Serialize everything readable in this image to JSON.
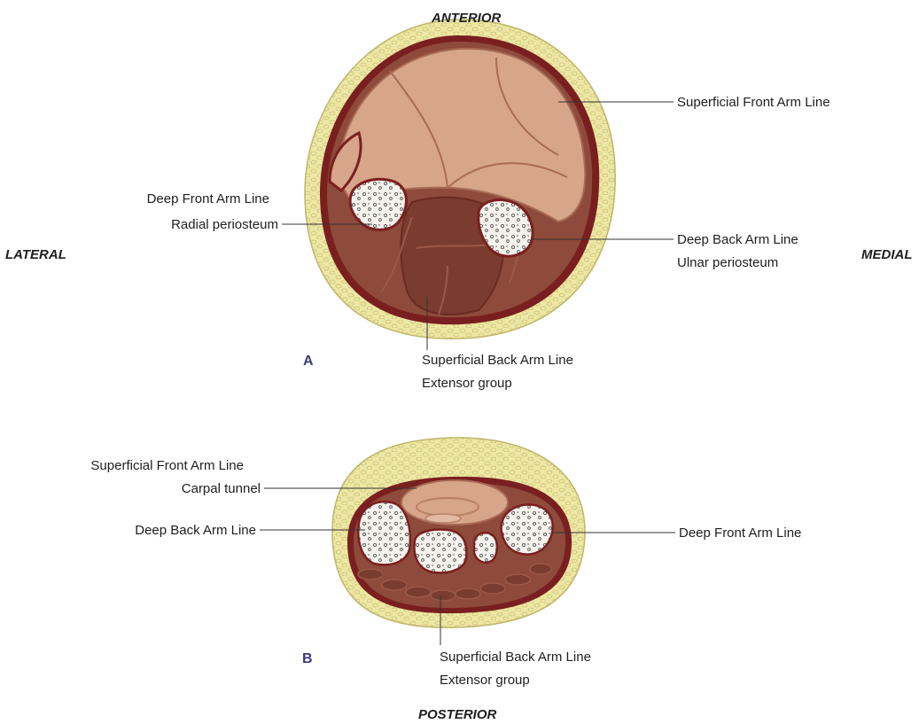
{
  "orientation": {
    "anterior": "ANTERIOR",
    "posterior": "POSTERIOR",
    "lateral": "LATERAL",
    "medial": "MEDIAL"
  },
  "panel_a": {
    "letter": "A",
    "labels": {
      "superficial_front": "Superficial Front Arm Line",
      "deep_front": "Deep Front Arm Line",
      "deep_front_sub": "Radial periosteum",
      "deep_back": "Deep Back Arm Line",
      "deep_back_sub": "Ulnar periosteum",
      "superficial_back": "Superficial Back Arm Line",
      "superficial_back_sub": "Extensor group"
    }
  },
  "panel_b": {
    "letter": "B",
    "labels": {
      "superficial_front": "Superficial Front Arm Line",
      "superficial_front_sub": "Carpal tunnel",
      "deep_back": "Deep Back Arm Line",
      "deep_front": "Deep Front Arm Line",
      "superficial_back": "Superficial Back Arm Line",
      "superficial_back_sub": "Extensor group"
    }
  },
  "colors": {
    "fat": "#ede7a4",
    "fascia": "#7a1f1f",
    "flexor": "#d7a58a",
    "extensor": "#8e4a3a",
    "bone": "#f2f0ea"
  }
}
